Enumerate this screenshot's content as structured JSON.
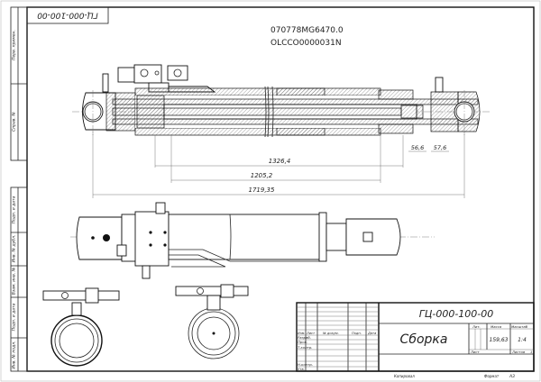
{
  "drawing": {
    "part_number_1": "070778MG6470.0",
    "part_number_2": "OLCCO0000031N",
    "stamp_top_left": "ГЦ-000-100-00",
    "dimensions": {
      "d1": "1326,4",
      "d2": "1205,2",
      "d3": "1719,35",
      "d4": "56,6",
      "d5": "57,6"
    }
  },
  "side_strip": {
    "labels": [
      "Перв. примен.",
      "Справ. №",
      "Подп. и дата",
      "Инв. № дубл.",
      "Взам. инв. №",
      "Подп. и дата",
      "Инв. № подл."
    ]
  },
  "title_block": {
    "designation": "ГЦ-000-100-00",
    "name": "Сборка",
    "col_headers": [
      "Изм.",
      "Лист",
      "№ докум.",
      "Подп.",
      "Дата"
    ],
    "roles": [
      "Разраб.",
      "Пров.",
      "Т.контр.",
      "Н.контр.",
      "Утв."
    ],
    "lit_label": "Лит.",
    "mass_label": "Масса",
    "scale_label": "Масштаб",
    "mass_value": "159,63",
    "scale_value": "1:4",
    "sheet_label": "Лист",
    "sheets_label": "Листов",
    "sheets_value": "1",
    "copied_label": "Копировал",
    "format_label": "Формат",
    "format_value": "A3"
  }
}
